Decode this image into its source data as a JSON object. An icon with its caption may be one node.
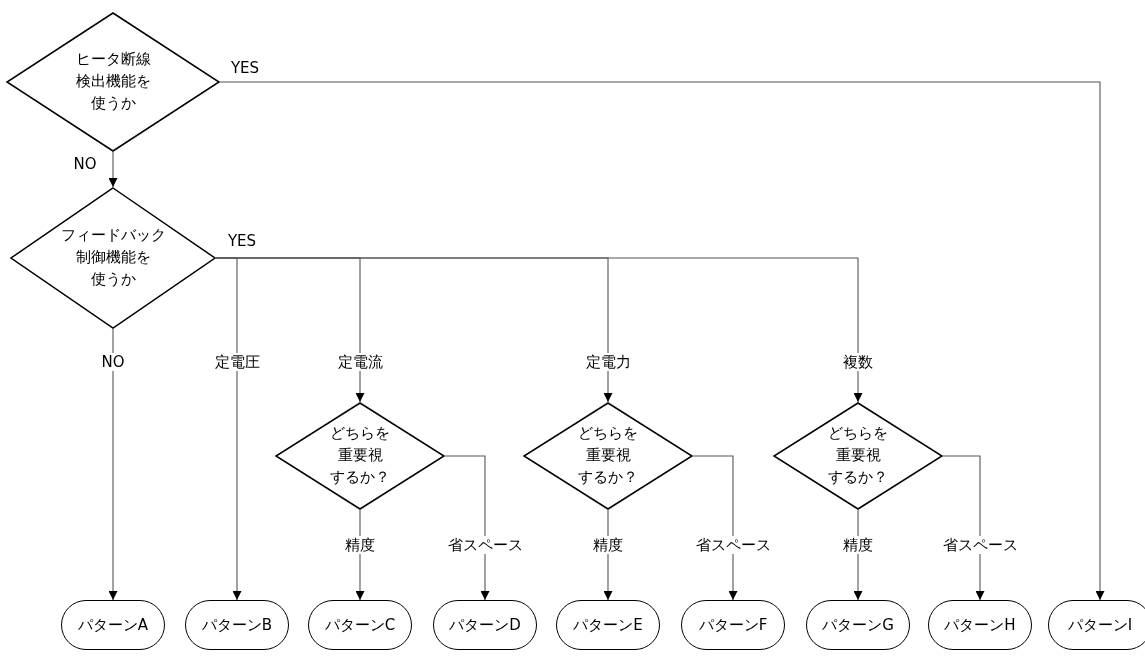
{
  "diagram": {
    "nodes": [
      {
        "text": [
          "ヒータ断線検出機能を使うか"
        ]
      },
      {
        "text": [
          "フィードバック制御機能を使うか"
        ]
      },
      {
        "text": [
          "どちらを重要視するか？"
        ]
      },
      {
        "text": [
          "どちらを重要視するか？"
        ]
      },
      {
        "text": [
          "どちらを重要視するか？"
        ]
      },
      {
        "text": [
          "パターンA"
        ]
      },
      {
        "text": [
          "パターンB"
        ]
      },
      {
        "text": [
          "パターンC"
        ]
      },
      {
        "text": [
          "パターンD"
        ]
      },
      {
        "text": [
          "パターンE"
        ]
      },
      {
        "text": [
          "パターンF"
        ]
      },
      {
        "text": [
          "パターンG"
        ]
      },
      {
        "text": [
          "パターンH"
        ]
      },
      {
        "text": [
          "パターンI"
        ]
      }
    ],
    "edges": [
      {
        "from": 0,
        "to": 1,
        "arrow": "to",
        "label": "NO"
      },
      {
        "from": 0,
        "to": 13,
        "arrow": "to",
        "label": "YES"
      },
      {
        "from": 1,
        "to": 5,
        "arrow": "to",
        "label": "NO"
      },
      {
        "from": 1,
        "to": 6,
        "arrow": "to",
        "label": "定電圧"
      },
      {
        "from": 1,
        "to": 2,
        "arrow": "to",
        "label": "定電流"
      },
      {
        "from": 1,
        "to": 3,
        "arrow": "to",
        "label": "定電力"
      },
      {
        "from": 1,
        "to": 4,
        "arrow": "to",
        "label": "複数"
      },
      {
        "from": 2,
        "to": 7,
        "arrow": "to",
        "label": "精度"
      },
      {
        "from": 2,
        "to": 8,
        "arrow": "to",
        "label": "省スペース"
      },
      {
        "from": 3,
        "to": 9,
        "arrow": "to",
        "label": "精度"
      },
      {
        "from": 3,
        "to": 10,
        "arrow": "to",
        "label": "省スペース"
      },
      {
        "from": 4,
        "to": 11,
        "arrow": "to",
        "label": "精度"
      },
      {
        "from": 4,
        "to": 12,
        "arrow": "to",
        "label": "省スペース"
      }
    ],
    "labels": [
      "YES"
    ]
  }
}
